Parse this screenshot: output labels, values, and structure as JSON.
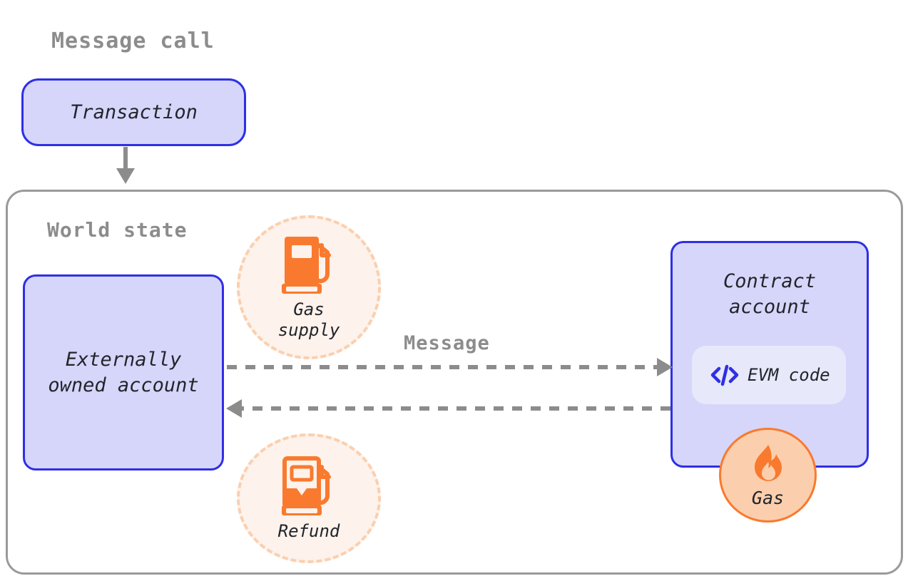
{
  "diagram": {
    "title": "Message call",
    "background": "#ffffff",
    "colors": {
      "card_fill": "#d6d6fa",
      "card_border": "#2f2fe6",
      "pill_fill": "#e8e8fb",
      "accent_orange": "#f97a2e",
      "circle_fill": "#fdf2ec",
      "circle_border": "#fbcfae",
      "badge_fill": "#fbcfae",
      "container_border": "#9a9a9a",
      "heading_gray": "#8c8c8c",
      "text_dark": "#22252b",
      "arrow_gray": "#8c8c8c"
    }
  },
  "message_call": {
    "heading": "Message call",
    "transaction": {
      "label": "Transaction"
    },
    "arrow_down": {
      "name": "transaction-to-world-state-arrow",
      "style": "solid",
      "direction": "down"
    }
  },
  "world_state": {
    "heading": "World state",
    "eoa": {
      "label": "Externally\nowned account"
    },
    "contract": {
      "label": "Contract\naccount",
      "evm_code": {
        "label": "EVM code",
        "icon": "code-brackets-icon"
      },
      "gas_badge": {
        "label": "Gas",
        "icon": "flame-icon"
      }
    },
    "gas_supply": {
      "label": "Gas\nsupply",
      "icon": "fuel-pump-full-icon"
    },
    "refund": {
      "label": "Refund",
      "icon": "fuel-pump-partial-icon"
    },
    "message_arrow": {
      "label": "Message",
      "style": "dashed",
      "direction": "right"
    },
    "return_arrow": {
      "label": "",
      "style": "dashed",
      "direction": "left"
    }
  }
}
